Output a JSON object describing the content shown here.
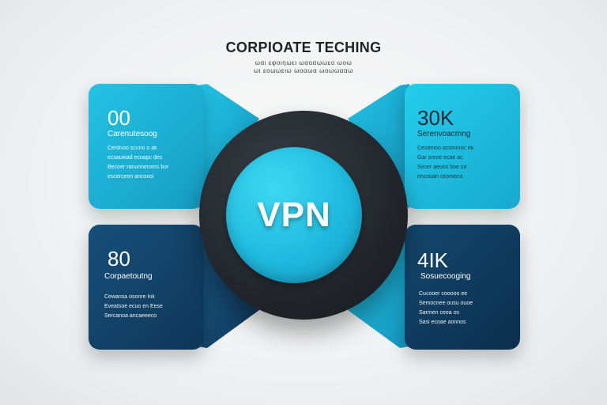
{
  "header": {
    "title": "CORPIOATE TECHING",
    "subtitle_line1": "ωαι εφοιηωει ωαοαωωεο ωοω",
    "subtitle_line2": "ωι εοωωειω ωοαωα ωοωωααω"
  },
  "hub": {
    "label": "VPN"
  },
  "cards": {
    "top_left": {
      "value": "00",
      "label": "Carenutesoog",
      "desc": [
        "Cerdnoo scuno o ak",
        "ecsauwad ecoapc des",
        "Becoer ranunneroms bor",
        "escerceon ancoxoi"
      ]
    },
    "top_right": {
      "value": "30K",
      "label": "Serenvoacmng",
      "desc": [
        "Cestenoo acionmoc ek",
        "Gar sreoe ecae ac",
        "Socer aeuos boe sa",
        "encouan ceomeca"
      ]
    },
    "bottom_left": {
      "value": "80",
      "label": "Corpaetoutng",
      "desc": [
        "Cewansa osonre Ink",
        "Eveatsoe ecuo en Eese",
        "Sercanoa ancaeeeco"
      ]
    },
    "bottom_right": {
      "value": "4IK",
      "label": "Sosuecooging",
      "desc": [
        "Cucooer cooooo ee",
        "Semocnee ousu ouoe",
        "Sarmen ceea os",
        "Sasi ecoae aonnos"
      ]
    }
  },
  "colors": {
    "cyan": "#1fbadf",
    "navy": "#0f3658",
    "hub_dark": "#22262c"
  }
}
